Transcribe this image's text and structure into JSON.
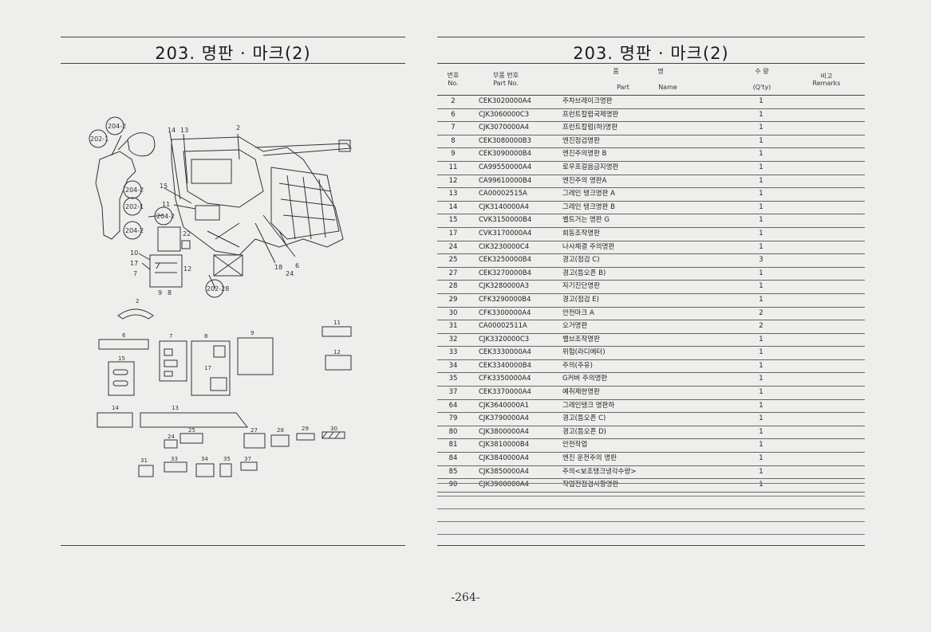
{
  "left": {
    "title": "203. 명판 · 마크(2)",
    "callouts": [
      "204-2",
      "202-1",
      "14",
      "13",
      "2",
      "15",
      "11",
      "202-1",
      "204-2",
      "204-2",
      "204-2",
      "22",
      "10",
      "17",
      "7",
      "12",
      "9",
      "8",
      "202-28",
      "18",
      "6",
      "24"
    ],
    "label_numbers": [
      "2",
      "6",
      "7",
      "8",
      "9",
      "11",
      "15",
      "17",
      "12",
      "14",
      "13",
      "25",
      "24",
      "27",
      "28",
      "29",
      "30",
      "31",
      "33",
      "34",
      "35",
      "37"
    ]
  },
  "right": {
    "title": "203. 명판 · 마크(2)",
    "headers": {
      "no_ko": "번호",
      "no_en": "No.",
      "part_ko": "부품 번호",
      "part_en": "Part  No.",
      "name_ko1": "품",
      "name_ko2": "명",
      "name_en1": "Part",
      "name_en2": "Name",
      "qty_ko": "수 량",
      "qty_en": "(Q'ty)",
      "remarks_ko": "비고",
      "remarks_en": "Remarks"
    },
    "rows": [
      {
        "no": "2",
        "part": "CEK3020000A4",
        "name": "주차브레이크명판",
        "qty": "1"
      },
      {
        "no": "6",
        "part": "CJK3060000C3",
        "name": "프런트칼럼국제명판",
        "qty": "1"
      },
      {
        "no": "7",
        "part": "CJK3070000A4",
        "name": "프런트칼럼(하)명판",
        "qty": "1"
      },
      {
        "no": "8",
        "part": "CEK3080000B3",
        "name": "엔진점검명판",
        "qty": "1"
      },
      {
        "no": "9",
        "part": "CEK3090000B4",
        "name": "엔진주의명판 B",
        "qty": "1"
      },
      {
        "no": "11",
        "part": "CA99550000A4",
        "name": "로우프걸음금지명판",
        "qty": "1"
      },
      {
        "no": "12",
        "part": "CA99610000B4",
        "name": "엔진주의 명판A",
        "qty": "1"
      },
      {
        "no": "13",
        "part": "CA00002515A",
        "name": "그레인 탱크명판 A",
        "qty": "1"
      },
      {
        "no": "14",
        "part": "CJK3140000A4",
        "name": "그레인 탱크명판 B",
        "qty": "1"
      },
      {
        "no": "15",
        "part": "CVK3150000B4",
        "name": "벨트거는 명판 G",
        "qty": "1"
      },
      {
        "no": "17",
        "part": "CVK3170000A4",
        "name": "회동조작명판",
        "qty": "1"
      },
      {
        "no": "24",
        "part": "CIK3230000C4",
        "name": "나사체결 주의명판",
        "qty": "1"
      },
      {
        "no": "25",
        "part": "CEK3250000B4",
        "name": "경고(점검 C)",
        "qty": "3"
      },
      {
        "no": "27",
        "part": "CEK3270000B4",
        "name": "경고(틈오픈 B)",
        "qty": "1"
      },
      {
        "no": "28",
        "part": "CJK3280000A3",
        "name": "자기진단명판",
        "qty": "1"
      },
      {
        "no": "29",
        "part": "CFK3290000B4",
        "name": "경고(점검 E)",
        "qty": "1"
      },
      {
        "no": "30",
        "part": "CFK3300000A4",
        "name": "안전마크 A",
        "qty": "2"
      },
      {
        "no": "31",
        "part": "CA00002511A",
        "name": "오거명판",
        "qty": "2"
      },
      {
        "no": "32",
        "part": "CJK3320000C3",
        "name": "밸브조작명판",
        "qty": "1"
      },
      {
        "no": "33",
        "part": "CEK3330000A4",
        "name": "위험(라디에터)",
        "qty": "1"
      },
      {
        "no": "34",
        "part": "CEK3340000B4",
        "name": "주의(주유)",
        "qty": "1"
      },
      {
        "no": "35",
        "part": "CFK3350000A4",
        "name": "G커버 주의명판",
        "qty": "1"
      },
      {
        "no": "37",
        "part": "CEK3370000A4",
        "name": "예취제한명판",
        "qty": "1"
      },
      {
        "no": "64",
        "part": "CJK3640000A1",
        "name": "그레인탱크 명판하",
        "qty": "1"
      },
      {
        "no": "79",
        "part": "CJK3790000A4",
        "name": "경고(틈오픈 C)",
        "qty": "1"
      },
      {
        "no": "80",
        "part": "CJK3800000A4",
        "name": "경고(틈오픈 D)",
        "qty": "1"
      },
      {
        "no": "81",
        "part": "CJK3810000B4",
        "name": "안전작업",
        "qty": "1"
      },
      {
        "no": "84",
        "part": "CJK3840000A4",
        "name": "엔진 운전주의 명판",
        "qty": "1"
      },
      {
        "no": "85",
        "part": "CJK3850000A4",
        "name": "주의<보조탱크냉각수량>",
        "qty": "1"
      },
      {
        "no": "90",
        "part": "CJK3900000A4",
        "name": "작업전점검사항명판",
        "qty": "1"
      }
    ]
  },
  "page_number": "-264-"
}
